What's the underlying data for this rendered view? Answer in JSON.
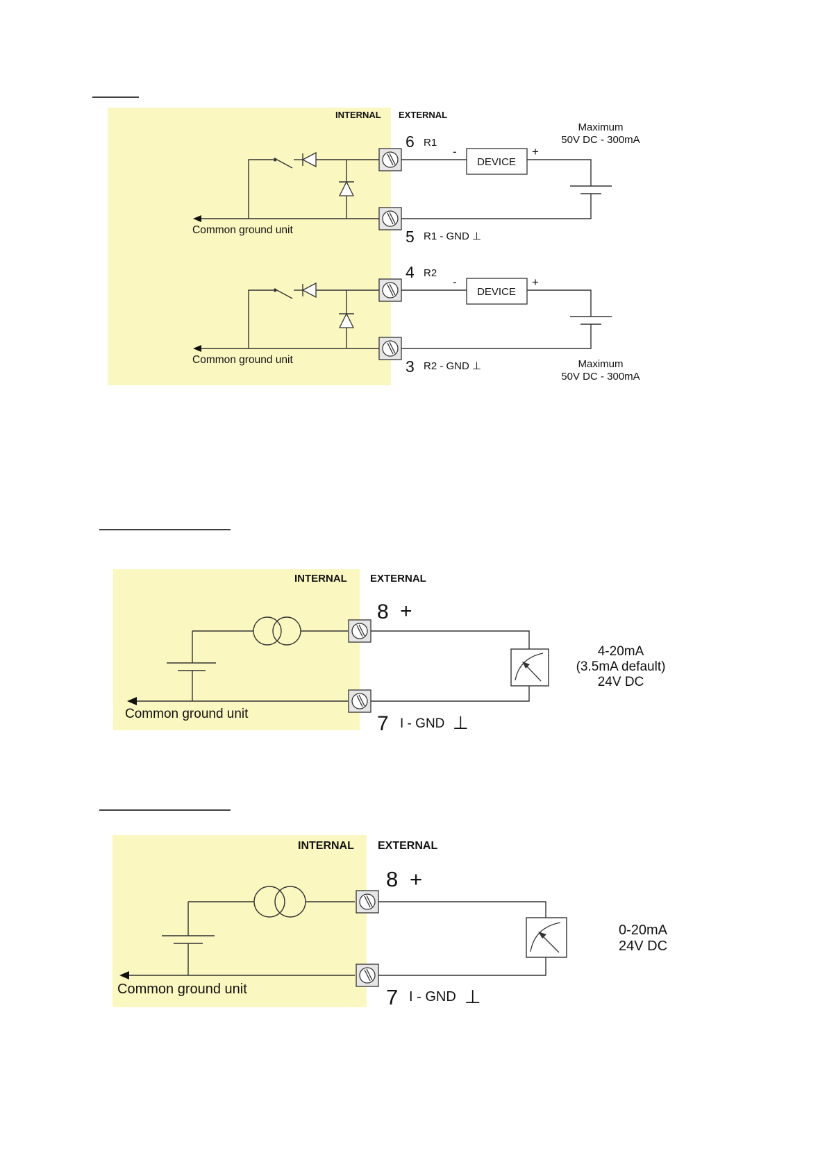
{
  "colors": {
    "internal_zone": "#fbf7c0",
    "line": "#333333",
    "terminal_fill": "#e6e6e6",
    "background": "#ffffff"
  },
  "relay_diagram": {
    "internal_label": "INTERNAL",
    "external_label": "EXTERNAL",
    "circuits": [
      {
        "top_terminal_number": "6",
        "top_terminal_label": "R1",
        "bottom_terminal_number": "5",
        "bottom_terminal_label": "R1 - GND ⊥",
        "device_label": "DEVICE",
        "minus_sign": "-",
        "plus_sign": "+",
        "ground_label": "Common ground unit",
        "rating_line1": "Maximum",
        "rating_line2": "50V DC - 300mA"
      },
      {
        "top_terminal_number": "4",
        "top_terminal_label": "R2",
        "bottom_terminal_number": "3",
        "bottom_terminal_label": "R2 - GND ⊥",
        "device_label": "DEVICE",
        "minus_sign": "-",
        "plus_sign": "+",
        "ground_label": "Common ground unit",
        "rating_line1": "Maximum",
        "rating_line2": "50V DC - 300mA"
      }
    ]
  },
  "current_loop_4_20": {
    "internal_label": "INTERNAL",
    "external_label": "EXTERNAL",
    "top_terminal_number": "8",
    "top_terminal_sign": "+",
    "bottom_terminal_number": "7",
    "bottom_terminal_label": "I - GND",
    "ground_symbol": "⊥",
    "ground_label": "Common ground unit",
    "spec_line1": "4-20mA",
    "spec_line2": "(3.5mA default)",
    "spec_line3": "24V DC"
  },
  "current_loop_0_20": {
    "internal_label": "INTERNAL",
    "external_label": "EXTERNAL",
    "top_terminal_number": "8",
    "top_terminal_sign": "+",
    "bottom_terminal_number": "7",
    "bottom_terminal_label": "I - GND",
    "ground_symbol": "⊥",
    "ground_label": "Common ground unit",
    "spec_line1": "0-20mA",
    "spec_line2": "24V DC"
  }
}
